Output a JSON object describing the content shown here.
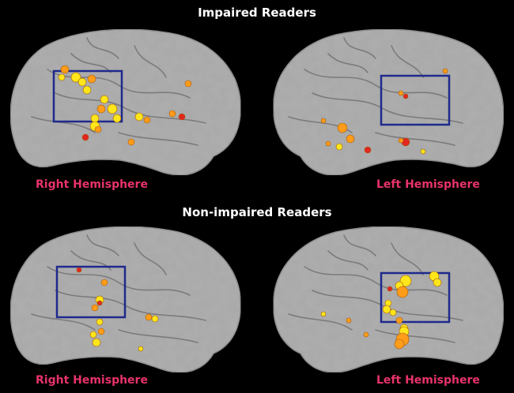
{
  "colors": {
    "background": "#000000",
    "title_text": "#ffffff",
    "hemisphere_text": "#e8336a",
    "roi_box": "#1e2a8c",
    "cortex": "#a9a9a9",
    "activation_low": "#ffe61a",
    "activation_mid": "#ff9c1a",
    "activation_high": "#e0281e"
  },
  "groups": [
    {
      "title": "Impaired Readers",
      "panels": [
        {
          "hemisphere": "Right Hemisphere"
        },
        {
          "hemisphere": "Left Hemisphere"
        }
      ]
    },
    {
      "title": "Non-impaired Readers",
      "panels": [
        {
          "hemisphere": "Right Hemisphere"
        },
        {
          "hemisphere": "Left Hemisphere"
        }
      ]
    }
  ]
}
